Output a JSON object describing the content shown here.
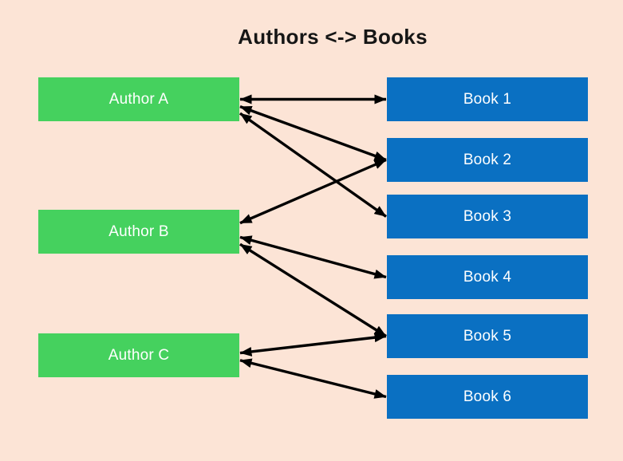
{
  "title": "Authors <-> Books",
  "colors": {
    "background": "#fce4d6",
    "author_box": "#45d15e",
    "book_box": "#0a70c2",
    "box_text": "#ffffff",
    "title_text": "#161616",
    "arrow": "#000000"
  },
  "diagram": {
    "relationship": "many-to-many",
    "arrow_style": "double-headed",
    "authors": [
      {
        "label": "Author A"
      },
      {
        "label": "Author B"
      },
      {
        "label": "Author C"
      }
    ],
    "books": [
      {
        "label": "Book 1"
      },
      {
        "label": "Book 2"
      },
      {
        "label": "Book 3"
      },
      {
        "label": "Book 4"
      },
      {
        "label": "Book 5"
      },
      {
        "label": "Book 6"
      }
    ],
    "edges": [
      {
        "author": "Author A",
        "book": "Book 1"
      },
      {
        "author": "Author A",
        "book": "Book 2"
      },
      {
        "author": "Author A",
        "book": "Book 3"
      },
      {
        "author": "Author B",
        "book": "Book 2"
      },
      {
        "author": "Author B",
        "book": "Book 4"
      },
      {
        "author": "Author B",
        "book": "Book 5"
      },
      {
        "author": "Author C",
        "book": "Book 5"
      },
      {
        "author": "Author C",
        "book": "Book 6"
      }
    ]
  }
}
